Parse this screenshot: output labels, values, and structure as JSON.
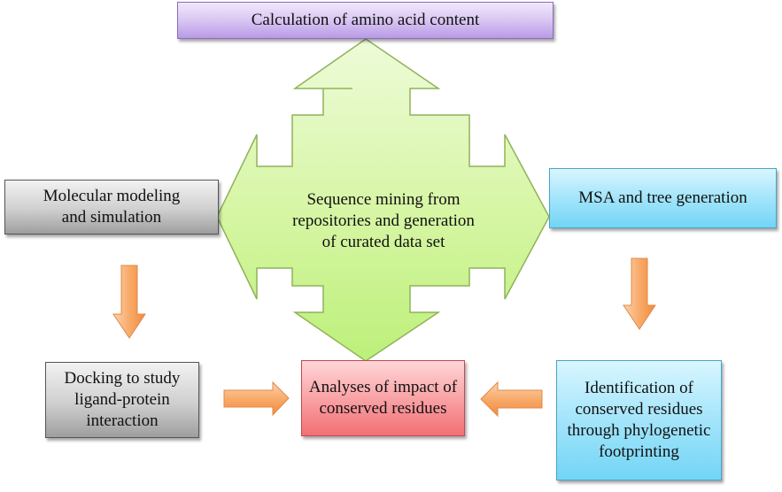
{
  "diagram": {
    "center_node": {
      "label": "Sequence mining from repositories and generation of curated data set",
      "lines": [
        "Sequence mining from",
        "repositories and generation",
        "of curated data set"
      ],
      "shape": "four-way-arrow",
      "color": "#c9f28c"
    },
    "nodes": [
      {
        "id": "amino",
        "lines": [
          "Calculation of amino acid content"
        ],
        "color": "#cdb4ee"
      },
      {
        "id": "modeling",
        "lines": [
          "Molecular modeling",
          "and simulation"
        ],
        "color": "#c4c4c4"
      },
      {
        "id": "msa",
        "lines": [
          "MSA and tree generation"
        ],
        "color": "#9ee3f9"
      },
      {
        "id": "docking",
        "lines": [
          "Docking to study",
          "ligand-protein",
          "interaction"
        ],
        "color": "#c4c4c4"
      },
      {
        "id": "analyses",
        "lines": [
          "Analyses of impact of",
          "conserved residues"
        ],
        "color": "#f79ea2"
      },
      {
        "id": "identification",
        "lines": [
          "Identification of",
          "conserved residues",
          "through phylogenetic",
          "footprinting"
        ],
        "color": "#9ee3f9"
      }
    ],
    "edges": [
      {
        "from": "center",
        "to": "amino",
        "style": "green-arrow"
      },
      {
        "from": "center",
        "to": "modeling",
        "style": "green-arrow"
      },
      {
        "from": "center",
        "to": "msa",
        "style": "green-arrow"
      },
      {
        "from": "center",
        "to": "analyses",
        "style": "green-arrow"
      },
      {
        "from": "modeling",
        "to": "docking",
        "style": "orange-arrow"
      },
      {
        "from": "msa",
        "to": "identification",
        "style": "orange-arrow"
      },
      {
        "from": "docking",
        "to": "analyses",
        "style": "orange-arrow"
      },
      {
        "from": "identification",
        "to": "analyses",
        "style": "orange-arrow"
      }
    ],
    "colors": {
      "arrow_green": "#c9f28c",
      "arrow_green_stroke": "#8fb35a",
      "arrow_orange": "#f7a55c"
    }
  }
}
